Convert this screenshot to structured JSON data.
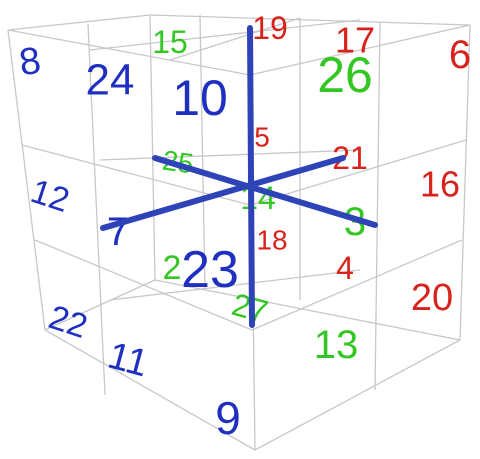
{
  "diagram": {
    "colors": {
      "blue": "#1f2fc0",
      "green": "#34c724",
      "red": "#d8231c",
      "axis": "#2f43b8",
      "edges": "#c8c8c8"
    },
    "numbers": [
      {
        "text": "8",
        "color": "blue"
      },
      {
        "text": "24",
        "color": "blue"
      },
      {
        "text": "15",
        "color": "green"
      },
      {
        "text": "10",
        "color": "blue"
      },
      {
        "text": "19",
        "color": "red"
      },
      {
        "text": "17",
        "color": "red"
      },
      {
        "text": "26",
        "color": "green"
      },
      {
        "text": "6",
        "color": "red"
      },
      {
        "text": "5",
        "color": "red"
      },
      {
        "text": "25",
        "color": "green"
      },
      {
        "text": "21",
        "color": "red"
      },
      {
        "text": "12",
        "color": "blue"
      },
      {
        "text": "16",
        "color": "red"
      },
      {
        "text": "14",
        "color": "green"
      },
      {
        "text": "7",
        "color": "blue"
      },
      {
        "text": "3",
        "color": "green"
      },
      {
        "text": "18",
        "color": "red"
      },
      {
        "text": "2",
        "color": "green"
      },
      {
        "text": "23",
        "color": "blue"
      },
      {
        "text": "4",
        "color": "red"
      },
      {
        "text": "27",
        "color": "green"
      },
      {
        "text": "20",
        "color": "red"
      },
      {
        "text": "22",
        "color": "blue"
      },
      {
        "text": "11",
        "color": "blue"
      },
      {
        "text": "13",
        "color": "green"
      },
      {
        "text": "9",
        "color": "blue"
      }
    ]
  }
}
